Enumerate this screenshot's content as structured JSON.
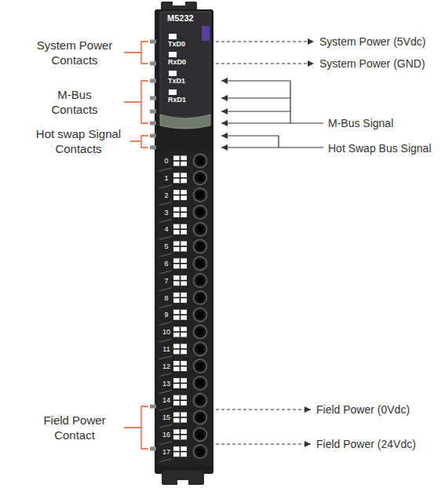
{
  "diagram": {
    "labels": [
      "M5232",
      "TxD0",
      "RxD0",
      "TxD1",
      "RxD1",
      "0",
      "1",
      "2",
      "3",
      "4",
      "5",
      "6",
      "7",
      "8",
      "9",
      "10",
      "11",
      "12",
      "13",
      "14",
      "15",
      "16",
      "17",
      "System Power Contacts",
      "M-Bus Contacts",
      "Hot swap Signal Contacts",
      "Field Power Contact",
      "System Power (5Vdc)",
      "System Power (GND)",
      "M-Bus Signal",
      "Hot Swap Bus Signal",
      "Field Power (0Vdc)",
      "Field Power (24Vdc)"
    ]
  }
}
